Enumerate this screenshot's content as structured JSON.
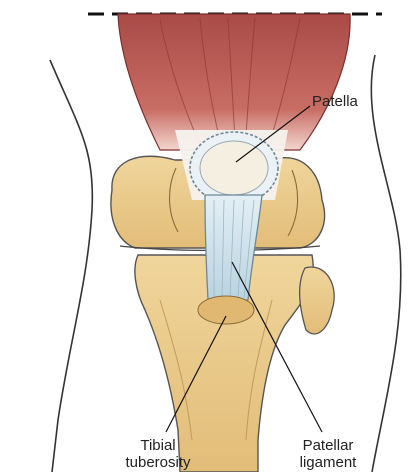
{
  "colors": {
    "muscle": "#b5534e",
    "muscle_light": "#d98e84",
    "bone": "#e8c98a",
    "bone_dark": "#d9ae62",
    "ligament": "#c8dde8",
    "outline": "#222222",
    "background": "#ffffff"
  },
  "labels": {
    "patella": "Patella",
    "tibial_line1": "Tibial",
    "tibial_line2": "tuberosity",
    "patellar_line1": "Patellar",
    "patellar_line2": "ligament"
  }
}
